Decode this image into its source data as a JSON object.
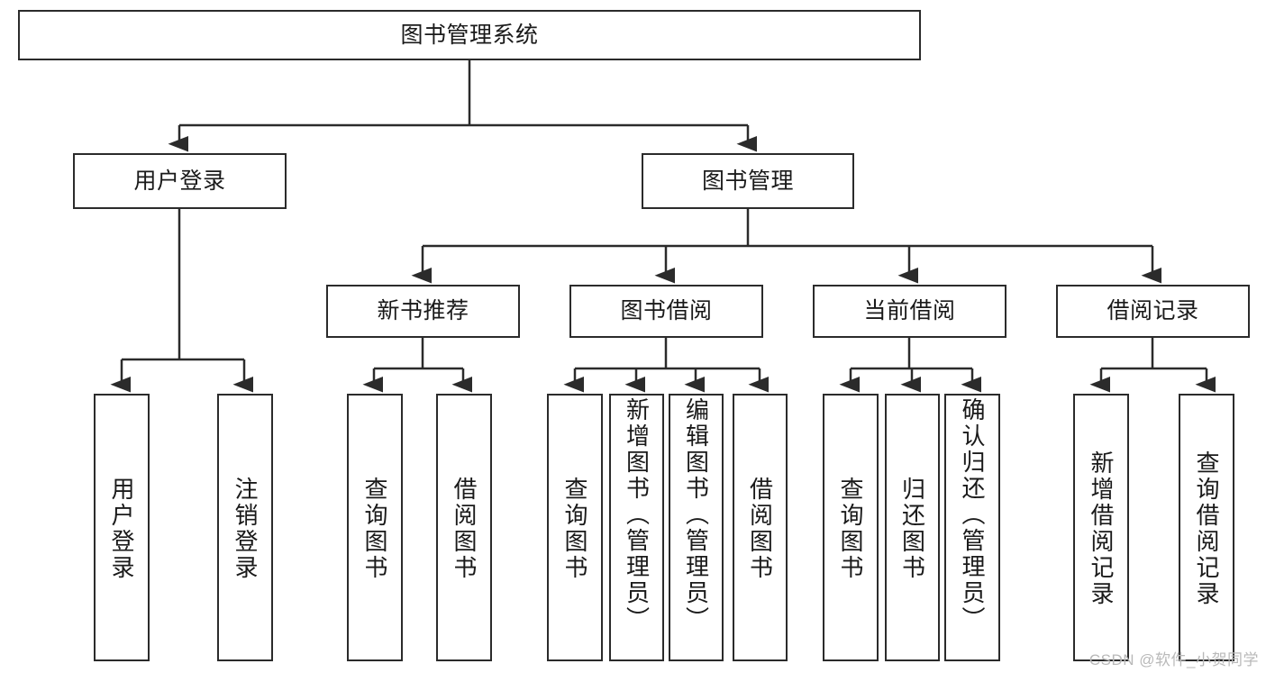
{
  "diagram": {
    "title": "图书管理系统",
    "type": "hierarchy-tree",
    "watermark": "CSDN @软件_小贺同学",
    "colors": {
      "stroke": "#2b2b2b",
      "fill": "#ffffff",
      "text": "#1a1a1a",
      "watermark": "#b9b9b9"
    },
    "root": {
      "id": "root",
      "label": "图书管理系统"
    },
    "level2": [
      {
        "id": "user-login",
        "label": "用户登录"
      },
      {
        "id": "book-manage",
        "label": "图书管理"
      }
    ],
    "level3": [
      {
        "id": "new-book-recommend",
        "label": "新书推荐"
      },
      {
        "id": "book-borrow",
        "label": "图书借阅"
      },
      {
        "id": "current-borrow",
        "label": "当前借阅"
      },
      {
        "id": "borrow-record",
        "label": "借阅记录"
      }
    ],
    "leaves": {
      "user_login": [
        {
          "id": "leaf-user-login",
          "label": "用户登录"
        },
        {
          "id": "leaf-logout-login",
          "label": "注销登录"
        }
      ],
      "new_book_recommend": [
        {
          "id": "leaf-query-book-1",
          "label": "查询图书"
        },
        {
          "id": "leaf-borrow-book-1",
          "label": "借阅图书"
        }
      ],
      "book_borrow": [
        {
          "id": "leaf-query-book-2",
          "label": "查询图书"
        },
        {
          "id": "leaf-add-book",
          "label": "新增图书（管理员）"
        },
        {
          "id": "leaf-edit-book",
          "label": "编辑图书（管理员）"
        },
        {
          "id": "leaf-borrow-book-2",
          "label": "借阅图书"
        }
      ],
      "current_borrow": [
        {
          "id": "leaf-query-book-3",
          "label": "查询图书"
        },
        {
          "id": "leaf-return-book",
          "label": "归还图书"
        },
        {
          "id": "leaf-confirm-return",
          "label": "确认归还（管理员）"
        }
      ],
      "borrow_record": [
        {
          "id": "leaf-add-record",
          "label": "新增借阅记录"
        },
        {
          "id": "leaf-query-record",
          "label": "查询借阅记录"
        }
      ]
    }
  }
}
